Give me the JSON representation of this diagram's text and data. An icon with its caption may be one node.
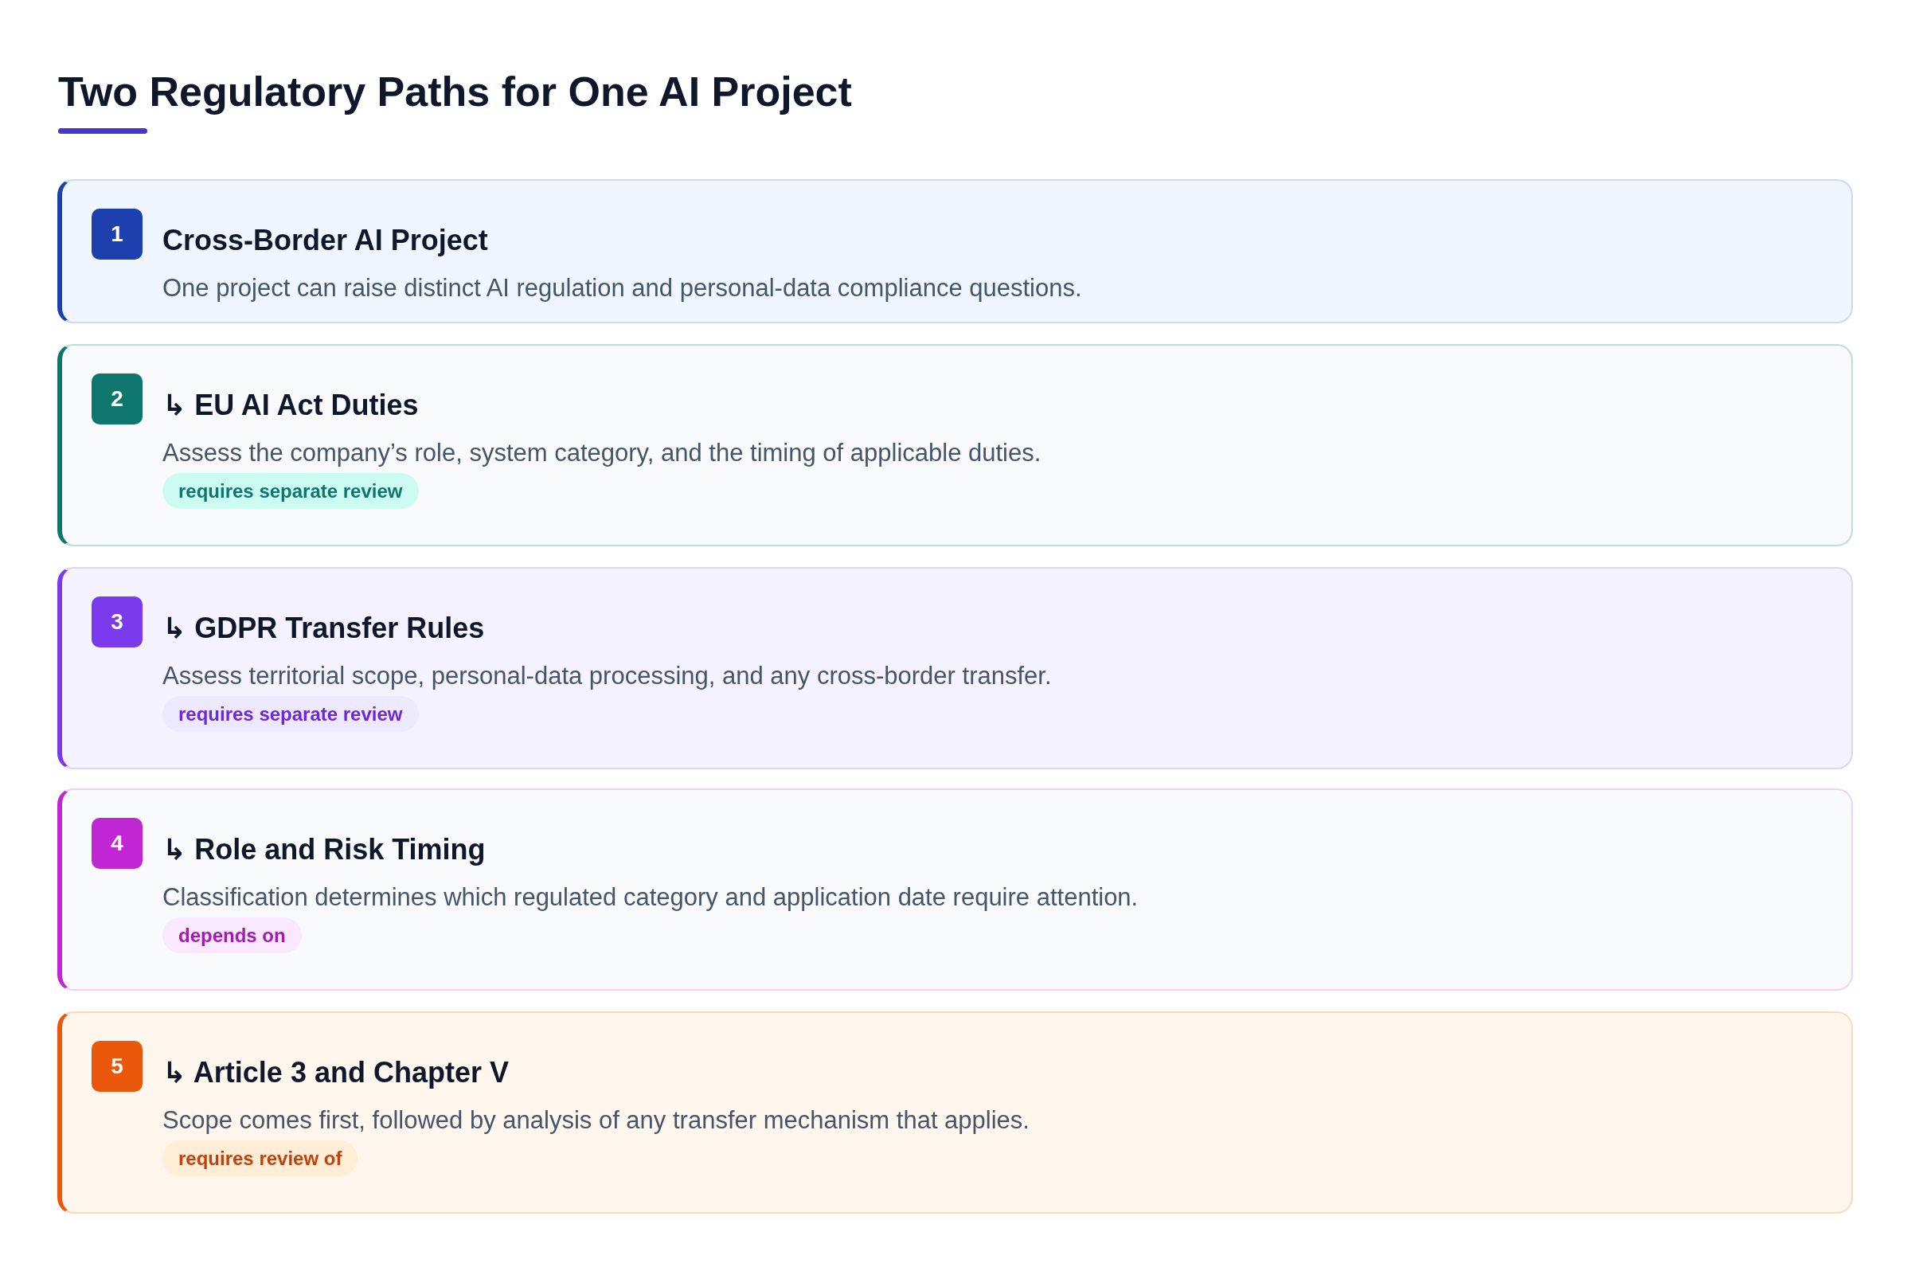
{
  "diagram": {
    "title": "Two Regulatory Paths for One AI Project",
    "nodes": [
      {
        "text": [
          "1",
          "Cross-Border AI Project",
          "One project can raise distinct AI regulation and personal-data compliance questions."
        ]
      },
      {
        "text": [
          "2",
          "↳ EU AI Act Duties",
          "Assess the company’s role, system category, and the timing of applicable duties.",
          "requires separate review"
        ]
      },
      {
        "text": [
          "3",
          "↳ GDPR Transfer Rules",
          "Assess territorial scope, personal-data processing, and any cross-border transfer.",
          "requires separate review"
        ]
      },
      {
        "text": [
          "4",
          "↳ Role and Risk Timing",
          "Classification determines which regulated category and application date require attention.",
          "depends on"
        ]
      },
      {
        "text": [
          "5",
          "↳ Article 3 and Chapter V",
          "Scope comes first, followed by analysis of any transfer mechanism that applies.",
          "requires review of"
        ]
      }
    ]
  }
}
